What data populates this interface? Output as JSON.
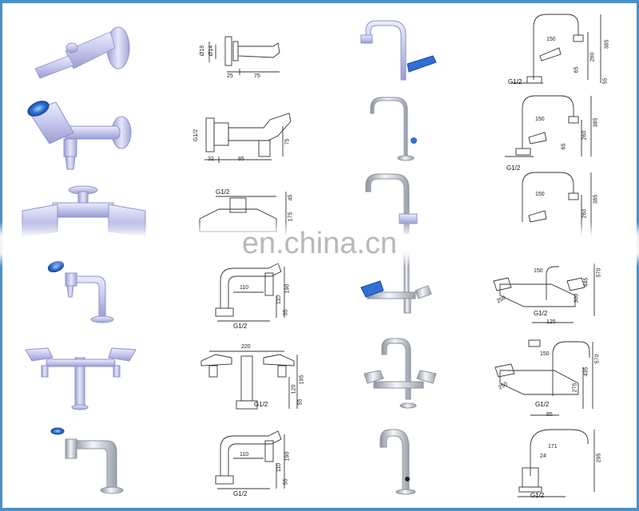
{
  "watermark": "en.china.cn",
  "labels": {
    "r1_d1": "Ø19",
    "r1_d2": "Ø14",
    "r1_w1": "25",
    "r1_w2": "75",
    "r1_g": "150",
    "r1_h1": "385",
    "r1_h2": "260",
    "r1_h3": "65",
    "r1_h4": "55",
    "r1_thread": "G1/2",
    "r2_side": "G1/2",
    "r2_w1": "32",
    "r2_w2": "85",
    "r2_h": "75",
    "r2_g": "150",
    "r2_h1": "385",
    "r2_h2": "260",
    "r2_h3": "65",
    "r2_thread": "G1/2",
    "r3_thread": "G1/2",
    "r3_h1": "45",
    "r3_h2": "175",
    "r3_g": "150",
    "r3_h3": "385",
    "r3_h4": "260",
    "r4_w": "110",
    "r4_h1": "190",
    "r4_h2": "110",
    "r4_h3": "55",
    "r4_thread": "G1/2",
    "r4_g": "150",
    "r4_h4": "570",
    "r4_h5": "445",
    "r4_h6": "300",
    "r4_d": "250",
    "r4_thread2": "G1/2",
    "r4_w2": "125",
    "r5_w": "220",
    "r5_h1": "195",
    "r5_h2": "120",
    "r5_h3": "55",
    "r5_thread": "G1/2",
    "r5_g": "150",
    "r5_h4": "570",
    "r5_h5": "435",
    "r5_h6": "275",
    "r5_d": "250",
    "r5_thread2": "G1/2",
    "r5_w2": "85",
    "r6_w": "110",
    "r6_h1": "190",
    "r6_h2": "110",
    "r6_h3": "55",
    "r6_thread": "G1/2",
    "r6_g": "171",
    "r6_w2": "24",
    "r6_h4": "295",
    "r6_thread2": "G1/2"
  },
  "colors": {
    "frame": "#4a90c8",
    "faucet_body": "#c7c9ee",
    "faucet_shade": "#8f92c8",
    "handle_blue": "#2f6fd6",
    "chrome": "#d8dce4",
    "chrome_dark": "#8e949e",
    "drawing_line": "#333333"
  }
}
